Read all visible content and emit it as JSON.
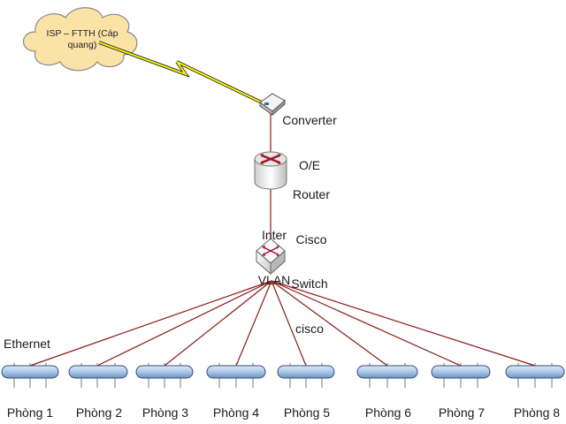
{
  "isp": {
    "label_line1": "ISP – FTTH (Cáp",
    "label_line2": "quang)"
  },
  "converter": {
    "label_line1": "Converter",
    "label_line2": "O/E"
  },
  "router": {
    "label_line1": "Router",
    "label_line2": "Cisco"
  },
  "link_label": {
    "line1": "Inter",
    "line2": "VLAN"
  },
  "switch": {
    "label_line1": "Switch",
    "label_line2": "cisco"
  },
  "ethernet_label": "Ethernet",
  "rooms": [
    "Phòng 1",
    "Phòng 2",
    "Phòng 3",
    "Phòng 4",
    "Phòng 5",
    "Phòng 6",
    "Phòng 7",
    "Phòng 8"
  ],
  "colors": {
    "link": "#8b1a1a",
    "lightning": "#f2ee1c",
    "cloud": "#fbe3a7",
    "bus": "#a9c7e8"
  }
}
